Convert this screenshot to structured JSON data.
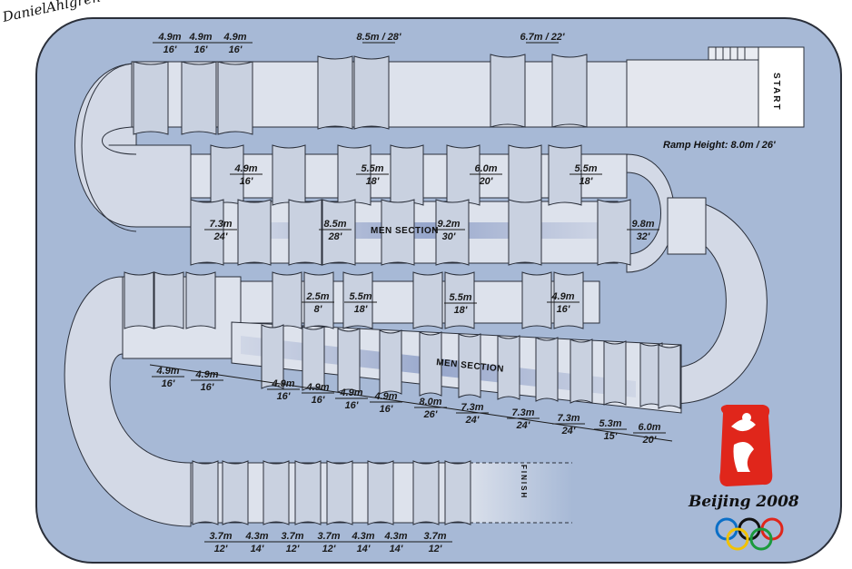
{
  "signature": "DanielAhlgren",
  "ramp_height": "Ramp Height: 8.0m / 26'",
  "start_label": "START",
  "finish_label": "FINISH",
  "men_section_label": "MEN SECTION",
  "emblem_text": "Beijing 2008",
  "colors": {
    "background": "#a7b9d6",
    "track": "#dde2ec",
    "obstacle": "#c9d1e0",
    "outline": "#2a2f3a",
    "emblem": "#e0261b"
  },
  "straight1_dims": [
    {
      "m": "4.9m",
      "ft": "16'"
    },
    {
      "m": "4.9m",
      "ft": "16'"
    },
    {
      "m": "4.9m",
      "ft": "16'"
    },
    {
      "m": "8.5m / 28'",
      "ft": ""
    },
    {
      "m": "6.7m / 22'",
      "ft": ""
    }
  ],
  "straight2_dims": [
    {
      "m": "4.9m",
      "ft": "16'"
    },
    {
      "m": "5.5m",
      "ft": "18'"
    },
    {
      "m": "6.0m",
      "ft": "20'"
    },
    {
      "m": "5.5m",
      "ft": "18'"
    }
  ],
  "men1_dims": [
    {
      "m": "7.3m",
      "ft": "24'"
    },
    {
      "m": "8.5m",
      "ft": "28'"
    },
    {
      "m": "9.2m",
      "ft": "30'"
    },
    {
      "m": "9.8m",
      "ft": "32'"
    }
  ],
  "straight3_dims": [
    {
      "m": "2.5m",
      "ft": "8'"
    },
    {
      "m": "5.5m",
      "ft": "18'"
    },
    {
      "m": "5.5m",
      "ft": "18'"
    },
    {
      "m": "4.9m",
      "ft": "16'"
    }
  ],
  "straight4_dims": [
    {
      "m": "4.9m",
      "ft": "16'"
    },
    {
      "m": "4.9m",
      "ft": "16'"
    },
    {
      "m": "4.9m",
      "ft": "16'"
    },
    {
      "m": "4.9m",
      "ft": "16'"
    },
    {
      "m": "4.9m",
      "ft": "16'"
    },
    {
      "m": "4.9m",
      "ft": "16'"
    },
    {
      "m": "8.0m",
      "ft": "26'"
    },
    {
      "m": "7.3m",
      "ft": "24'"
    },
    {
      "m": "7.3m",
      "ft": "24'"
    },
    {
      "m": "7.3m",
      "ft": "24'"
    },
    {
      "m": "5.3m",
      "ft": "15'"
    },
    {
      "m": "6.0m",
      "ft": "20'"
    }
  ],
  "straight5_dims": [
    {
      "m": "3.7m",
      "ft": "12'"
    },
    {
      "m": "4.3m",
      "ft": "14'"
    },
    {
      "m": "3.7m",
      "ft": "12'"
    },
    {
      "m": "3.7m",
      "ft": "12'"
    },
    {
      "m": "4.3m",
      "ft": "14'"
    },
    {
      "m": "4.3m",
      "ft": "14'"
    },
    {
      "m": "3.7m",
      "ft": "12'"
    }
  ]
}
